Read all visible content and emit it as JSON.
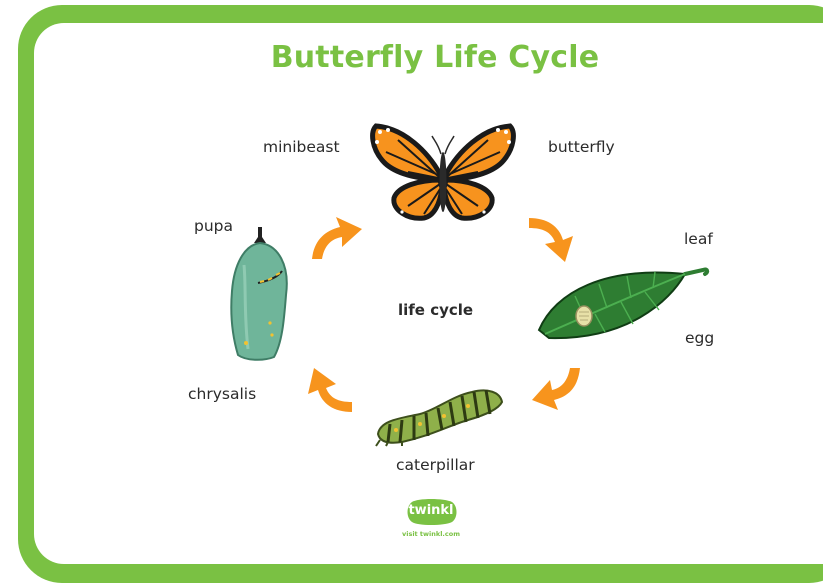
{
  "title": "Butterfly Life Cycle",
  "labels": {
    "minibeast": "minibeast",
    "butterfly": "butterfly",
    "pupa": "pupa",
    "leaf": "leaf",
    "life_cycle": "life cycle",
    "egg": "egg",
    "chrysalis": "chrysalis",
    "caterpillar": "caterpillar"
  },
  "logo": {
    "text": "twinkl",
    "url": "visit twinkl.com"
  },
  "colors": {
    "border_green": "#7ac143",
    "arrow_orange": "#f7941d",
    "wing_orange": "#f7931e",
    "leaf_green": "#2e7d32",
    "chrysalis_teal": "#6fb59a"
  },
  "icons": [
    "butterfly-image",
    "leaf-with-egg-image",
    "caterpillar-image",
    "chrysalis-image",
    "cycle-arrow-icon"
  ]
}
